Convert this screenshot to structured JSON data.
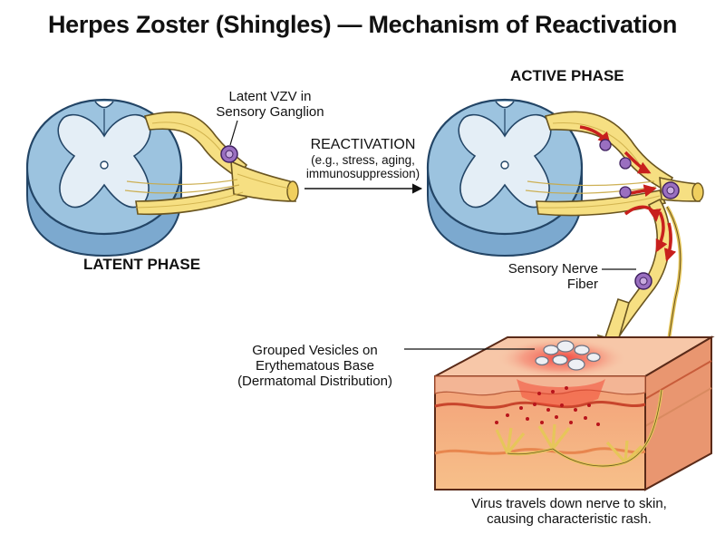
{
  "title": "Herpes Zoster (Shingles) — Mechanism of Reactivation",
  "phases": {
    "latent": "LATENT PHASE",
    "active": "ACTIVE PHASE"
  },
  "labels": {
    "latent_vzv_line1": "Latent VZV in",
    "latent_vzv_line2": "Sensory Ganglion",
    "reactivation": "REACTIVATION",
    "reactivation_causes_line1": "(e.g., stress, aging,",
    "reactivation_causes_line2": "immunosuppression)",
    "sensory_nerve_line1": "Sensory Nerve",
    "sensory_nerve_line2": "Fiber",
    "vesicles_line1": "Grouped Vesicles on",
    "vesicles_line2": "Erythematous Base",
    "vesicles_line3": "(Dermatomal Distribution)",
    "caption_line1": "Virus travels down nerve to skin,",
    "caption_line2": "causing characteristic rash."
  },
  "colors": {
    "white_matter": "#9cc3df",
    "grey_matter": "#e4eef6",
    "nerve": "#f6df82",
    "virus": "#9a6fc0",
    "arrow_red": "#c8201d",
    "skin_top": "#f7c7a8",
    "dermis": "#f5a784"
  }
}
